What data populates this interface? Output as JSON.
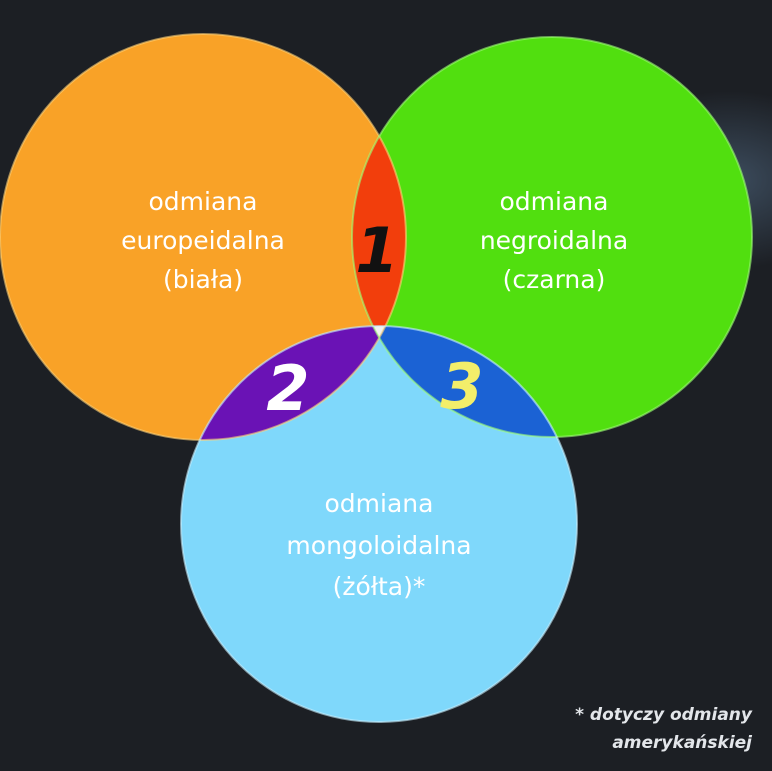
{
  "circles": {
    "european": {
      "lines": [
        "odmiana",
        "europeidalna",
        "(biała)"
      ],
      "color": "#f9a227"
    },
    "negroid": {
      "lines": [
        "odmiana",
        "negroidalna",
        "(czarna)"
      ],
      "color": "#51df0f"
    },
    "mongoloid": {
      "lines": [
        "odmiana",
        "mongoloidalna",
        "(żółta)*"
      ],
      "color": "#7fd8fb"
    }
  },
  "regions": {
    "one": {
      "label": "1",
      "fill": "#f23e0c",
      "text_color": "#111111"
    },
    "two": {
      "label": "2",
      "fill": "#6a12b5",
      "text_color": "#ffffff"
    },
    "three": {
      "label": "3",
      "fill": "#1b62d4",
      "text_color": "#f3ee6a"
    },
    "center": {
      "fill": "#f2f2f2"
    }
  },
  "footnote": {
    "line1": "* dotyczy odmiany",
    "line2": "amerykańskiej"
  },
  "background": "#1c1f24"
}
